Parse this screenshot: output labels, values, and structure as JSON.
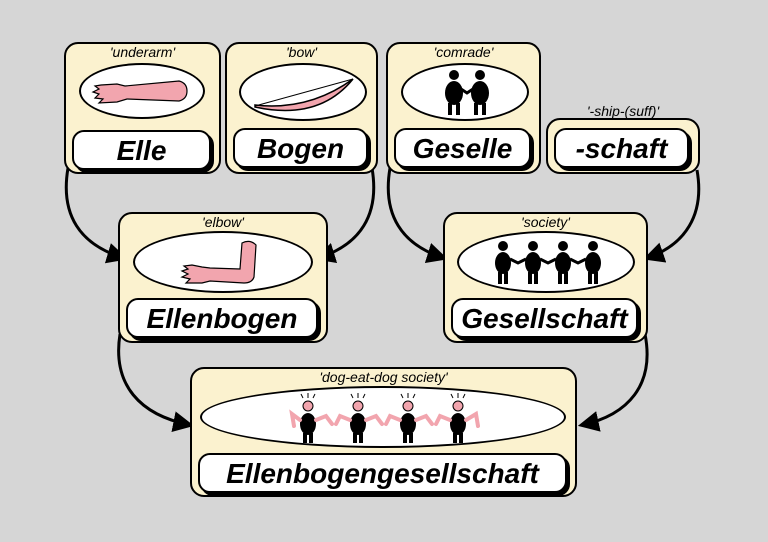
{
  "nodes": {
    "elle": {
      "gloss": "'underarm'",
      "word": "Elle"
    },
    "bogen": {
      "gloss": "'bow'",
      "word": "Bogen"
    },
    "geselle": {
      "gloss": "'comrade'",
      "word": "Geselle"
    },
    "schaft": {
      "gloss": "'-ship-(suff)'",
      "word": "-schaft"
    },
    "ellenbogen": {
      "gloss": "'elbow'",
      "word": "Ellenbogen"
    },
    "gesellschaft": {
      "gloss": "'society'",
      "word": "Gesellschaft"
    },
    "final": {
      "gloss": "'dog-eat-dog society'",
      "word": "Ellenbogengesellschaft"
    }
  },
  "colors": {
    "background": "#d6d6d6",
    "card": "#fbf2cf",
    "flesh": "#f2a5ae"
  },
  "icons": [
    "arm-icon",
    "bow-icon",
    "comrades-icon",
    "elbow-icon",
    "society-people-icon",
    "fighting-people-icon"
  ]
}
